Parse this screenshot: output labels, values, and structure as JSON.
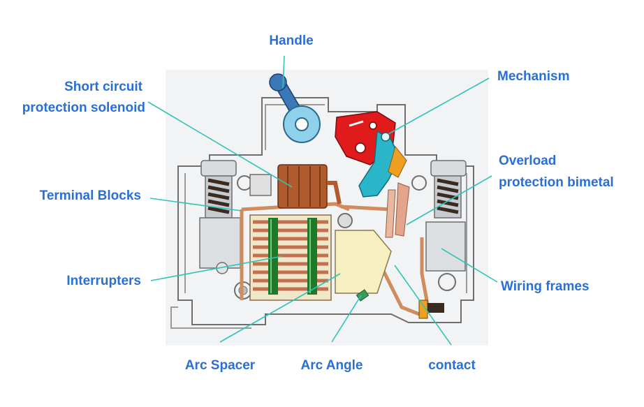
{
  "colors": {
    "label": "#2a6fd6",
    "leader": "#2ec4b6",
    "housing": "#7a7a7a",
    "mechanism": "#e01b1b",
    "lever": "#2bb5c9",
    "solenoid": "#b05a2e",
    "copper": "#d08c5c",
    "plates": "#1c7a2a",
    "arc_spacer": "#f6efc2"
  },
  "labels": {
    "handle": "Handle",
    "short_circuit_line1": "Short circuit",
    "short_circuit_line2": "protection solenoid",
    "mechanism": "Mechanism",
    "overload_line1": "Overload",
    "overload_line2": "protection bimetal",
    "terminal_blocks": "Terminal Blocks",
    "interrupters": "Interrupters",
    "wiring_frames": "Wiring frames",
    "arc_spacer": "Arc Spacer",
    "arc_angle": "Arc Angle",
    "contact": "contact"
  }
}
